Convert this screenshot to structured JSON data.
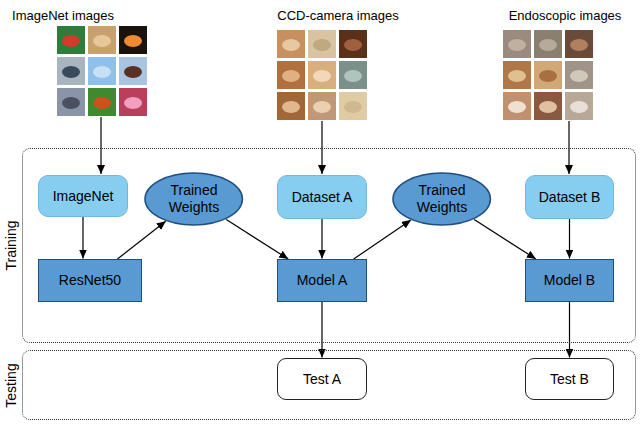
{
  "diagram": {
    "nodes": [
      {
        "text": [
          "Training"
        ]
      },
      {
        "text": [
          "ImageNet"
        ],
        "in": 0
      },
      {
        "text": [
          "ResNet50"
        ],
        "in": 0
      },
      {
        "text": [
          "Trained Weights"
        ],
        "in": 0
      },
      {
        "text": [
          "Dataset A"
        ],
        "in": 0
      },
      {
        "text": [
          "Model A"
        ],
        "in": 0
      },
      {
        "text": [
          "Trained Weights"
        ],
        "in": 0
      },
      {
        "text": [
          "Dataset B"
        ],
        "in": 0
      },
      {
        "text": [
          "Model B"
        ],
        "in": 0
      },
      {
        "text": [
          "Testing"
        ]
      },
      {
        "text": [
          "Test A"
        ],
        "in": 9
      },
      {
        "text": [
          "Test B"
        ],
        "in": 9
      }
    ],
    "edges": [
      {
        "from": 1,
        "to": 2,
        "arrow": "to"
      },
      {
        "from": 2,
        "to": 3,
        "arrow": "to"
      },
      {
        "from": 3,
        "to": 5,
        "arrow": "to"
      },
      {
        "from": 4,
        "to": 5,
        "arrow": "to"
      },
      {
        "from": 5,
        "to": 6,
        "arrow": "to"
      },
      {
        "from": 6,
        "to": 8,
        "arrow": "to"
      },
      {
        "from": 7,
        "to": 8,
        "arrow": "to"
      },
      {
        "from": 5,
        "to": 10,
        "arrow": "to"
      },
      {
        "from": 8,
        "to": 11,
        "arrow": "to"
      }
    ],
    "labels": [
      "ImageNet images",
      "CCD-camera images",
      "Endoscopic images"
    ]
  }
}
